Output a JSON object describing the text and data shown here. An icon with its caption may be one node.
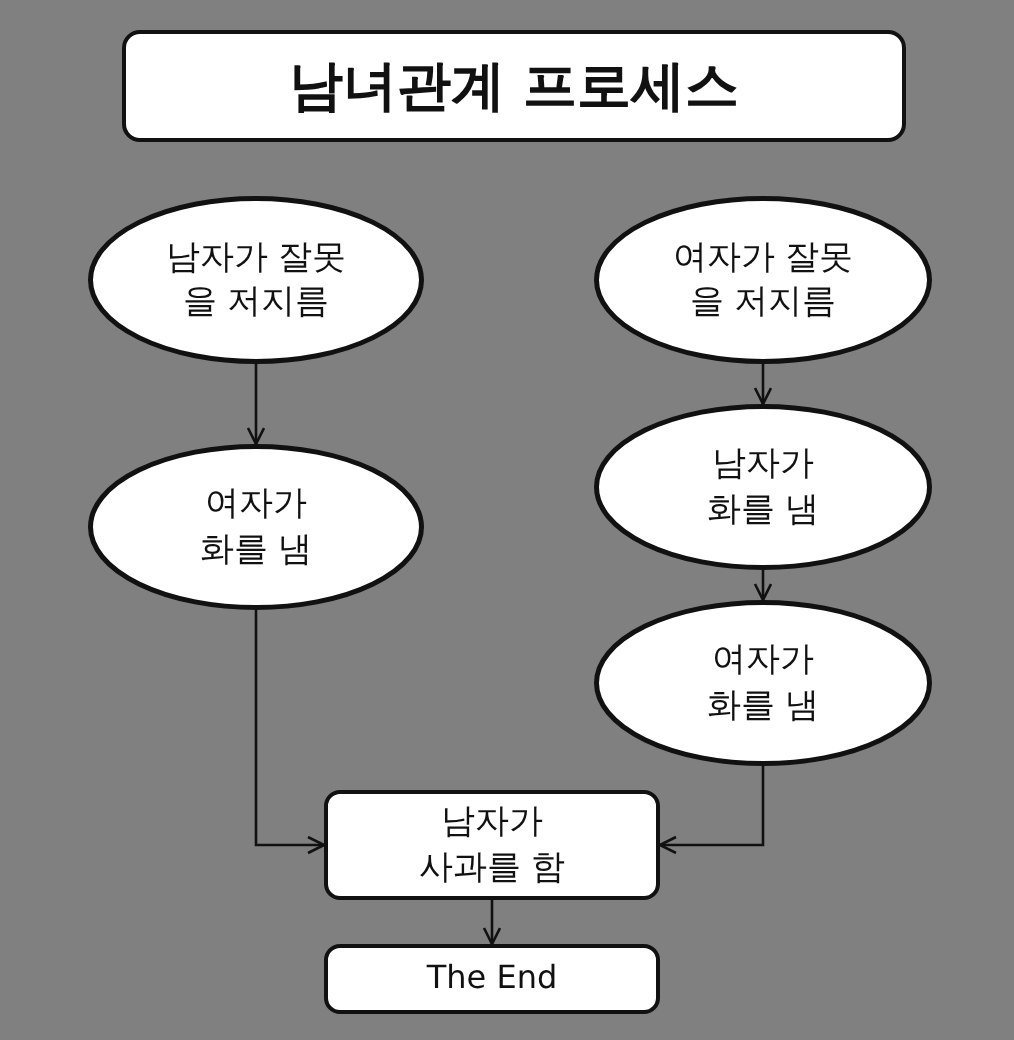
{
  "diagram": {
    "title": "남녀관계 프로세스",
    "nodes": [
      {
        "text": [
          "남자가 잘못 을 저지름"
        ]
      },
      {
        "text": [
          "여자가 잘못 을 저지름"
        ]
      },
      {
        "text": [
          "여자가 화를 냄"
        ]
      },
      {
        "text": [
          "남자가 화를 냄"
        ]
      },
      {
        "text": [
          "여자가 화를 냄"
        ]
      },
      {
        "text": [
          "남자가 사과를 함"
        ]
      },
      {
        "text": [
          "The End"
        ]
      }
    ],
    "edges": [
      {
        "from": 0,
        "to": 2,
        "arrow": "to"
      },
      {
        "from": 1,
        "to": 3,
        "arrow": "to"
      },
      {
        "from": 3,
        "to": 4,
        "arrow": "to"
      },
      {
        "from": 2,
        "to": 5,
        "arrow": "to"
      },
      {
        "from": 4,
        "to": 5,
        "arrow": "to"
      },
      {
        "from": 5,
        "to": 6,
        "arrow": "to"
      }
    ]
  }
}
